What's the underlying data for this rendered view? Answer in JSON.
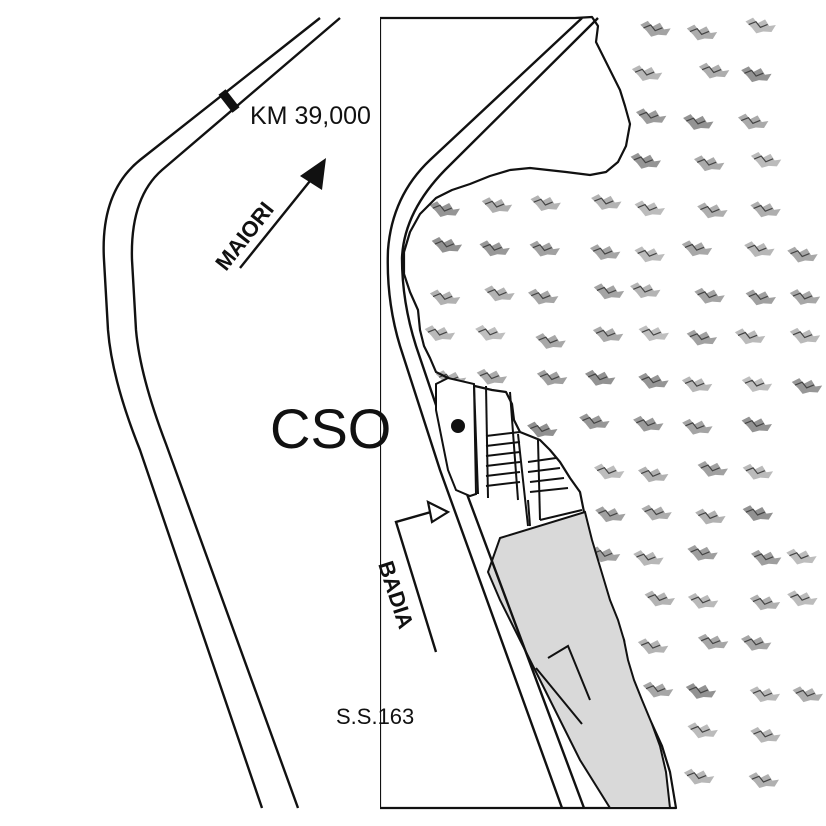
{
  "map": {
    "km_marker_label": "KM 39,000",
    "site_label": "CSO",
    "direction_north_label": "MAIORI",
    "direction_south_label": "BADIA",
    "road_label": "S.S.163",
    "colors": {
      "ink": "#111111",
      "background": "#ffffff",
      "paved_area": "#d9d9d9",
      "vegetation": "#8a8a8a"
    },
    "icons": {
      "km_marker": "road-marker-icon",
      "site": "station-dot-icon",
      "vegetation": "vegetation-symbol-icon",
      "arrow_north": "arrow-solid-icon",
      "arrow_south": "arrow-outline-icon"
    }
  }
}
